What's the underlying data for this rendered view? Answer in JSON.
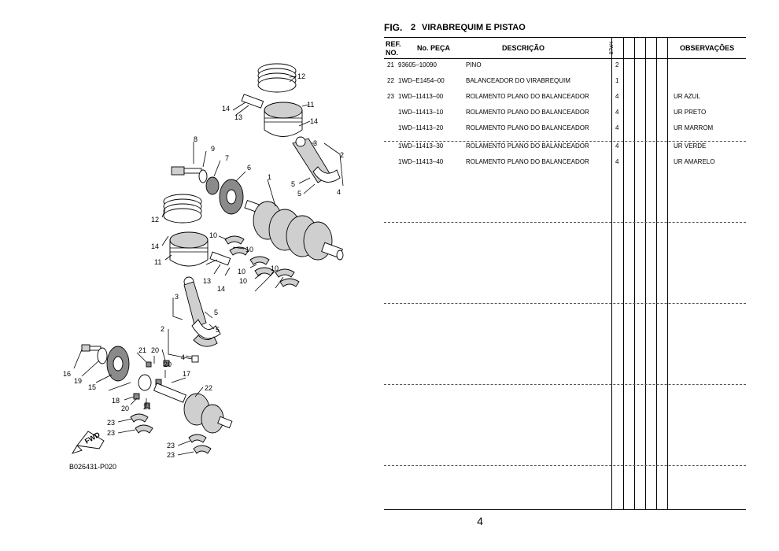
{
  "figure": {
    "label": "FIG.",
    "number": "2",
    "title": "VIRABREQUIM E PISTAO",
    "diagram_code": "B026431-P020",
    "fwd_label": "FWD",
    "callouts": [
      "12",
      "14",
      "13",
      "11",
      "14",
      "3",
      "2",
      "8",
      "9",
      "7",
      "6",
      "1",
      "5",
      "5",
      "4",
      "12",
      "14",
      "11",
      "10",
      "10",
      "10",
      "13",
      "10",
      "10",
      "14",
      "3",
      "2",
      "5",
      "5",
      "4",
      "21",
      "20",
      "16",
      "19",
      "15",
      "20",
      "17",
      "22",
      "18",
      "20",
      "21",
      "23",
      "23",
      "23",
      "23"
    ]
  },
  "table": {
    "headers": {
      "ref_no": "REF. NO.",
      "part_no": "No. PEÇA",
      "description": "DESCRIÇÃO",
      "model": "B7W4",
      "remarks": "OBSERVAÇÕES"
    },
    "rows": [
      {
        "ref": "21",
        "part": "93605–10090",
        "desc": "PINO",
        "qty": "2",
        "remarks": ""
      },
      {
        "ref": "22",
        "part": "1WD–E1454–00",
        "desc": "BALANCEADOR DO VIRABREQUIM",
        "qty": "1",
        "remarks": ""
      },
      {
        "ref": "23",
        "part": "1WD–11413–00",
        "desc": "ROLAMENTO PLANO DO BALANCEADOR",
        "qty": "4",
        "remarks": "UR AZUL"
      },
      {
        "ref": "",
        "part": "1WD–11413–10",
        "desc": "ROLAMENTO PLANO DO BALANCEADOR",
        "qty": "4",
        "remarks": "UR PRETO"
      },
      {
        "ref": "",
        "part": "1WD–11413–20",
        "desc": "ROLAMENTO PLANO DO BALANCEADOR",
        "qty": "4",
        "remarks": "UR MARROM"
      },
      {
        "ref": "",
        "part": "1WD–11413–30",
        "desc": "ROLAMENTO PLANO DO BALANCEADOR",
        "qty": "4",
        "remarks": "UR VERDE"
      },
      {
        "ref": "",
        "part": "1WD–11413–40",
        "desc": "ROLAMENTO PLANO DO BALANCEADOR",
        "qty": "4",
        "remarks": "UR AMARELO"
      }
    ]
  },
  "page_number": "4"
}
